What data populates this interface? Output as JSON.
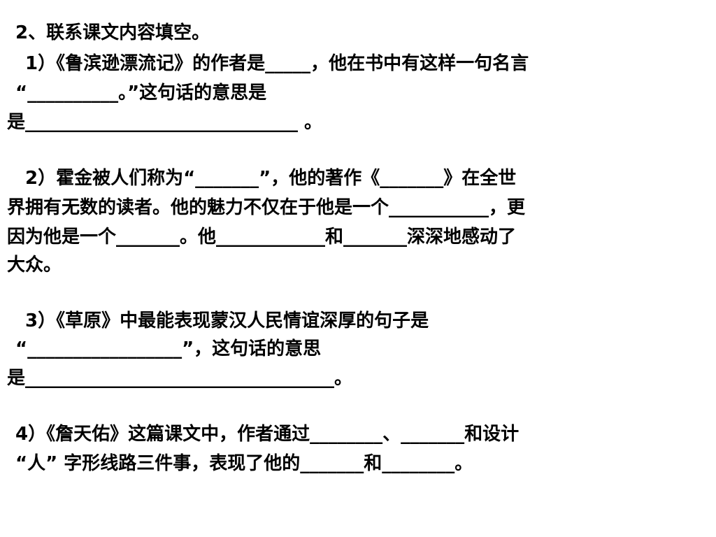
{
  "heading": "2、联系课文内容填空。",
  "q1": {
    "line1": "1）《鲁滨逊漂流记》的作者是_____，他在书中有这样一句名言",
    "line2": "“__________。”这句话的意思是",
    "line3": "是______________________________ 。"
  },
  "q2": {
    "line1": "2）霍金被人们称为“_______”，他的著作《_______》在全世",
    "line2": "界拥有无数的读者。他的魅力不仅在于他是一个___________，更",
    "line3": "因为他是一个_______。他____________和_______深深地感动了",
    "line4": "大众。"
  },
  "q3": {
    "line1": "3）《草原》中最能表现蒙汉人民情谊深厚的句子是",
    "line2": "“_________________”，这句话的意思",
    "line3": "是__________________________________。"
  },
  "q4": {
    "line1": "4）《詹天佑》这篇课文中，作者通过________、_______和设计",
    "line2": "“人” 字形线路三件事，表现了他的_______和________。"
  }
}
